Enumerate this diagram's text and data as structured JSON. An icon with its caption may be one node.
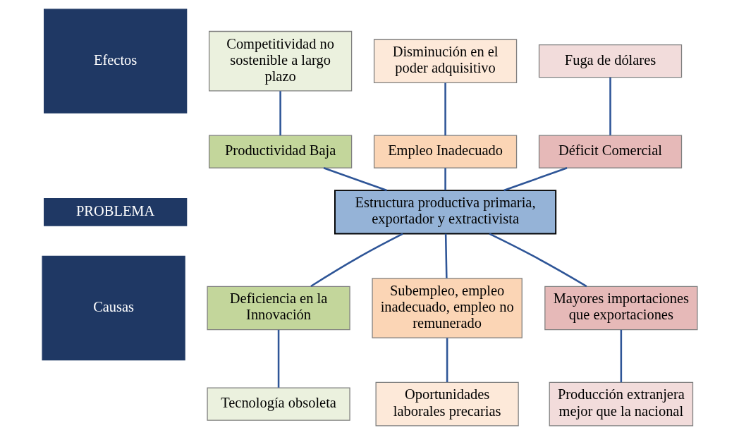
{
  "diagram": {
    "nodes": [
      {
        "text": [
          "Efectos"
        ]
      },
      {
        "text": [
          "Competitividad no sostenible a largo plazo"
        ]
      },
      {
        "text": [
          "Disminución en el poder adquisitivo"
        ]
      },
      {
        "text": [
          "Fuga de dólares"
        ]
      },
      {
        "text": [
          "Productividad Baja"
        ]
      },
      {
        "text": [
          "Empleo Inadecuado"
        ]
      },
      {
        "text": [
          "Déficit Comercial"
        ]
      },
      {
        "text": [
          "PROBLEMA"
        ]
      },
      {
        "text": [
          "Estructura productiva primaria, exportador y extractivista"
        ]
      },
      {
        "text": [
          "Causas"
        ]
      },
      {
        "text": [
          "Deficiencia en la Innovación"
        ]
      },
      {
        "text": [
          "Subempleo, empleo inadecuado, empleo no remunerado"
        ]
      },
      {
        "text": [
          "Mayores importaciones que exportaciones"
        ]
      },
      {
        "text": [
          "Tecnología obsoleta"
        ]
      },
      {
        "text": [
          "Oportunidades laborales precarias"
        ]
      },
      {
        "text": [
          "Producción extranjera mejor que la nacional"
        ]
      }
    ],
    "edges": [
      {
        "from": 1,
        "to": 4,
        "arrow": "none"
      },
      {
        "from": 2,
        "to": 5,
        "arrow": "none"
      },
      {
        "from": 3,
        "to": 6,
        "arrow": "none"
      },
      {
        "from": 4,
        "to": 8,
        "arrow": "none"
      },
      {
        "from": 5,
        "to": 8,
        "arrow": "none"
      },
      {
        "from": 6,
        "to": 8,
        "arrow": "none"
      },
      {
        "from": 8,
        "to": 10,
        "arrow": "none"
      },
      {
        "from": 8,
        "to": 11,
        "arrow": "none"
      },
      {
        "from": 8,
        "to": 12,
        "arrow": "none"
      },
      {
        "from": 10,
        "to": 13,
        "arrow": "none"
      },
      {
        "from": 11,
        "to": 14,
        "arrow": "none"
      },
      {
        "from": 12,
        "to": 15,
        "arrow": "none"
      }
    ]
  }
}
